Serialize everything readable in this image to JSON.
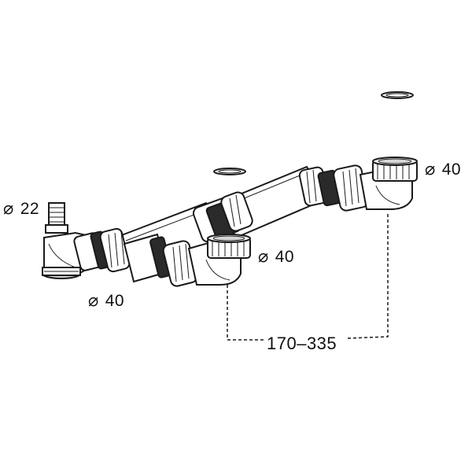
{
  "labels": {
    "diameter_symbol": "⌀",
    "inlet_small": "22",
    "outlet_left": "40",
    "inlet_middle": "40",
    "inlet_right": "40",
    "spacing_range": "170–335"
  },
  "colors": {
    "outline": "#1a1a1a",
    "pipe_fill": "#ffffff",
    "shade": "#d6d6d6",
    "dark": "#2a2a2a"
  }
}
